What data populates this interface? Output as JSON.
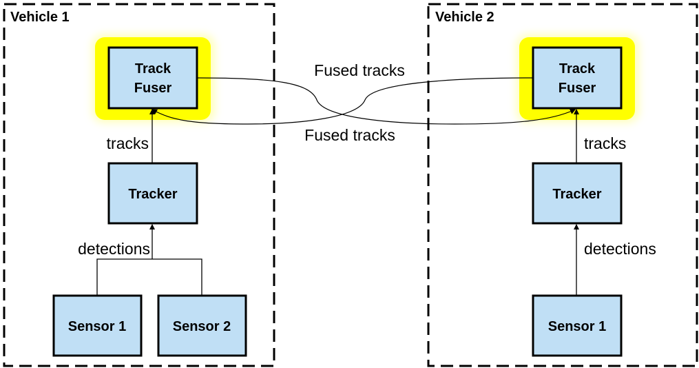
{
  "diagram": {
    "colors": {
      "box_fill": "#c0dff5",
      "box_stroke": "#000000",
      "highlight": "#ffff00",
      "line": "#000000"
    },
    "vehicles": [
      {
        "title": "Vehicle 1",
        "fuser": {
          "line1": "Track",
          "line2": "Fuser"
        },
        "tracker": "Tracker",
        "sensors": [
          "Sensor 1",
          "Sensor 2"
        ],
        "tracks_label": "tracks",
        "detections_label": "detections"
      },
      {
        "title": "Vehicle 2",
        "fuser": {
          "line1": "Track",
          "line2": "Fuser"
        },
        "tracker": "Tracker",
        "sensors": [
          "Sensor 1"
        ],
        "tracks_label": "tracks",
        "detections_label": "detections"
      }
    ],
    "links": {
      "top_label": "Fused tracks",
      "bottom_label": "Fused tracks"
    }
  }
}
